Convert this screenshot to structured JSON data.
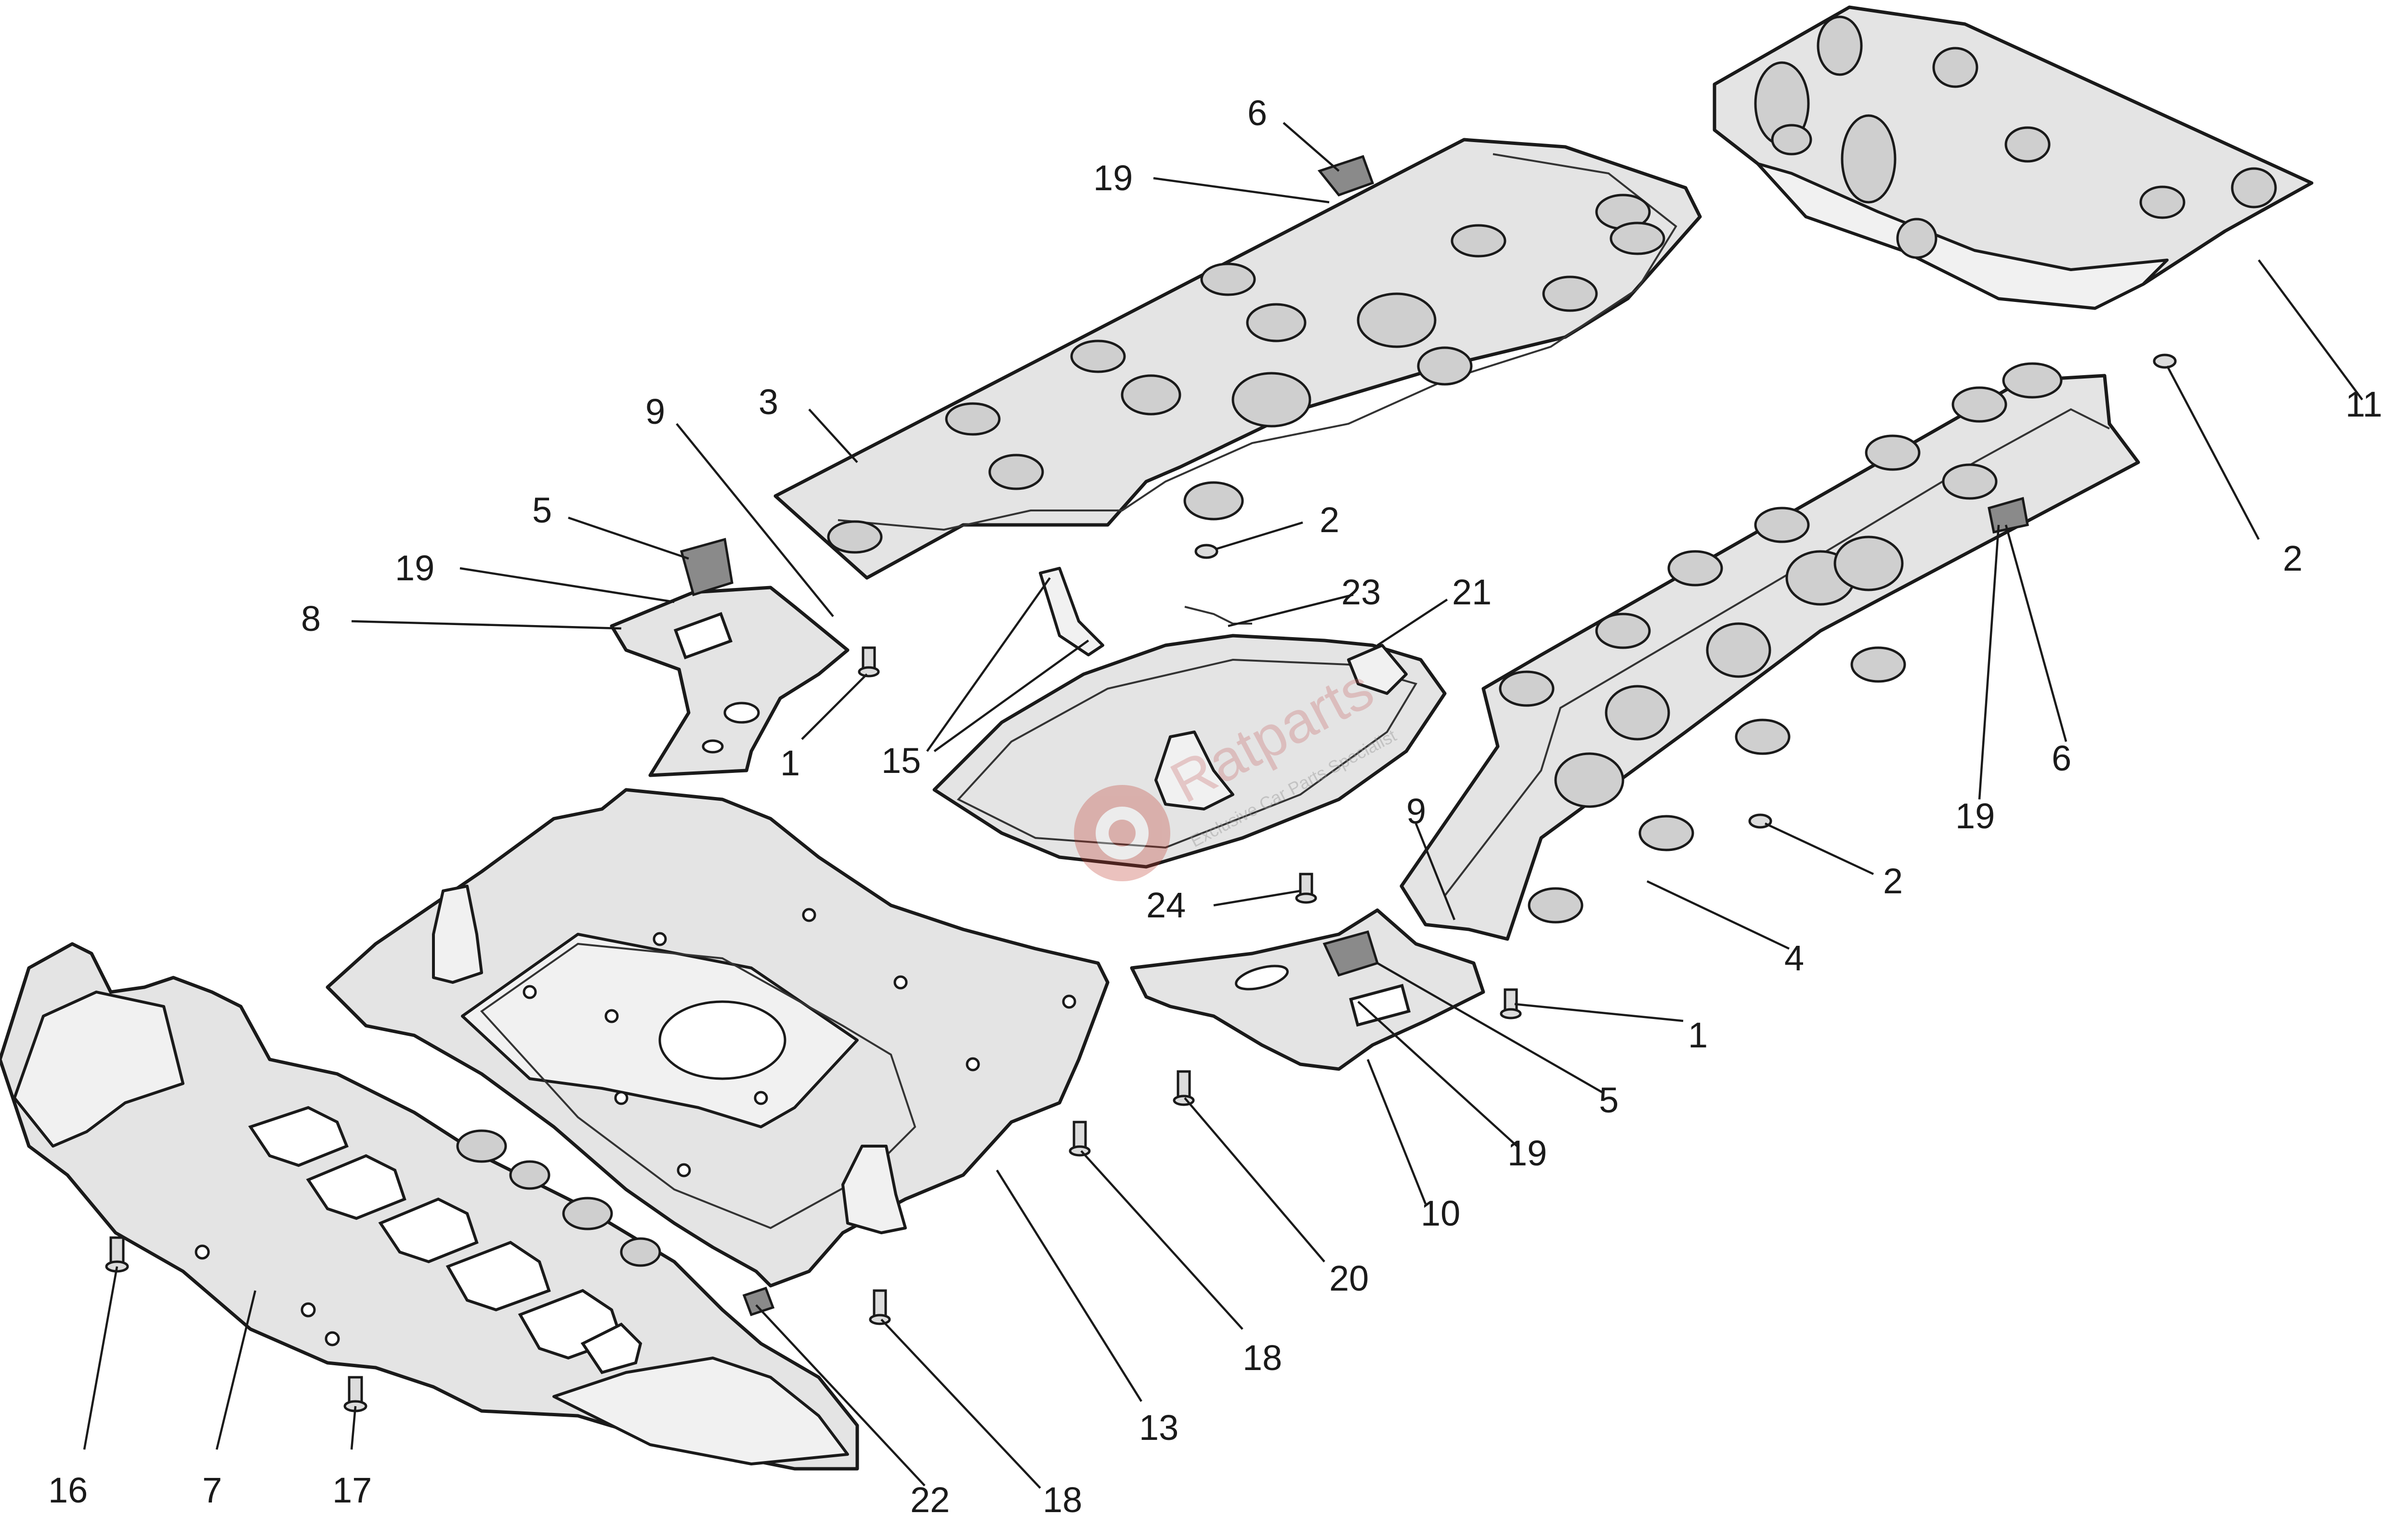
{
  "watermark": {
    "brand": "Ratparts",
    "tagline": "Exclusive Car Parts Specialist",
    "color": "#c0392b"
  },
  "callouts": [
    {
      "id": "c1",
      "label": "6"
    },
    {
      "id": "c2",
      "label": "19"
    },
    {
      "id": "c3",
      "label": "3"
    },
    {
      "id": "c4",
      "label": "9"
    },
    {
      "id": "c5",
      "label": "5"
    },
    {
      "id": "c6",
      "label": "19"
    },
    {
      "id": "c7",
      "label": "8"
    },
    {
      "id": "c8",
      "label": "2"
    },
    {
      "id": "c9",
      "label": "23"
    },
    {
      "id": "c10",
      "label": "21"
    },
    {
      "id": "c11",
      "label": "1"
    },
    {
      "id": "c12",
      "label": "15"
    },
    {
      "id": "c13",
      "label": "24"
    },
    {
      "id": "c14",
      "label": "11"
    },
    {
      "id": "c15",
      "label": "2"
    },
    {
      "id": "c16",
      "label": "6"
    },
    {
      "id": "c17",
      "label": "19"
    },
    {
      "id": "c18",
      "label": "9"
    },
    {
      "id": "c19",
      "label": "2"
    },
    {
      "id": "c20",
      "label": "4"
    },
    {
      "id": "c21",
      "label": "1"
    },
    {
      "id": "c22",
      "label": "5"
    },
    {
      "id": "c23",
      "label": "19"
    },
    {
      "id": "c24",
      "label": "10"
    },
    {
      "id": "c25",
      "label": "20"
    },
    {
      "id": "c26",
      "label": "18"
    },
    {
      "id": "c27",
      "label": "13"
    },
    {
      "id": "c28",
      "label": "18"
    },
    {
      "id": "c29",
      "label": "22"
    },
    {
      "id": "c30",
      "label": "17"
    },
    {
      "id": "c31",
      "label": "7"
    },
    {
      "id": "c32",
      "label": "16"
    }
  ]
}
